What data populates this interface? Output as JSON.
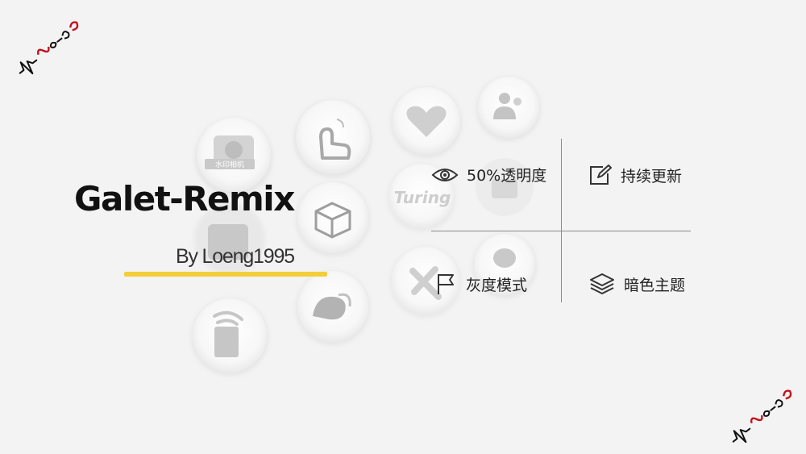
{
  "slide": {
    "title": "Galet-Remix",
    "byline": "By Loeng1995",
    "accent_color": "#f2cf3a"
  },
  "features": [
    {
      "label": "50%透明度",
      "icon": "eye-icon"
    },
    {
      "label": "持续更新",
      "icon": "edit-icon"
    },
    {
      "label": "灰度模式",
      "icon": "flag-icon"
    },
    {
      "label": "暗色主题",
      "icon": "layers-icon"
    }
  ],
  "background_icons": {
    "camera_badge": "水印相机",
    "turing_text": "Turing"
  }
}
